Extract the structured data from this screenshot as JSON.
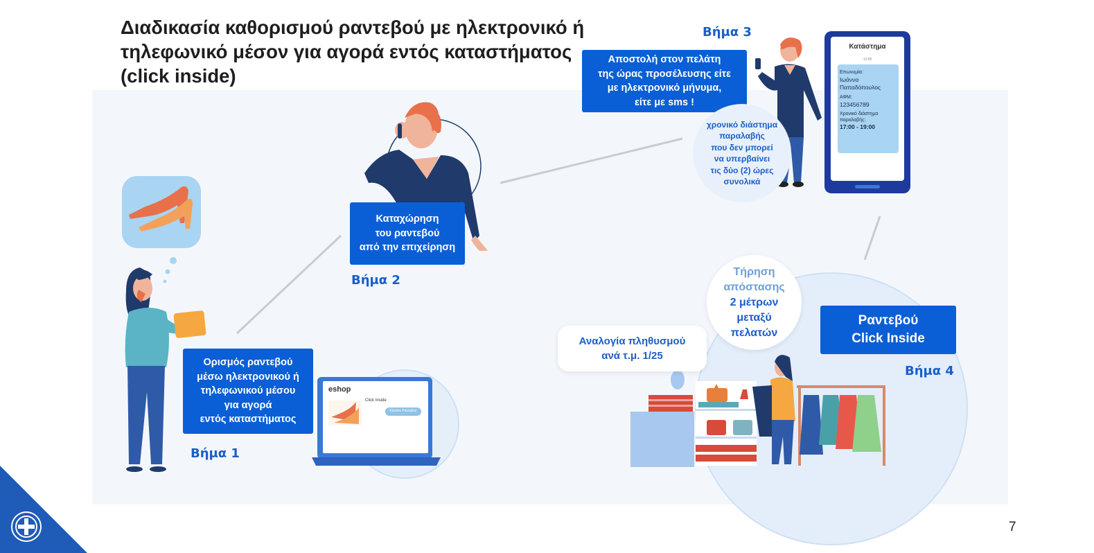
{
  "title": "Διαδικασία καθορισμού ραντεβού με ηλεκτρονικό ή τηλεφωνικό μέσον για αγορά εντός καταστήματος (click inside)",
  "steps": {
    "step1": {
      "label": "Βήμα 1",
      "text_lines": [
        "Ορισμός ραντεβού",
        "μέσω ηλεκτρονικού ή",
        "τηλεφωνικού μέσου",
        "για αγορά",
        "εντός καταστήματος"
      ]
    },
    "step2": {
      "label": "Βήμα 2",
      "text_lines": [
        "Καταχώρηση",
        "του ραντεβού",
        "από την επιχείρηση"
      ]
    },
    "step3": {
      "label": "Βήμα 3",
      "text_lines": [
        "Αποστολή στον πελάτη",
        "της ώρας προσέλευσης είτε",
        "με ηλεκτρονικό μήνυμα,",
        "είτε με sms !"
      ],
      "bubble_lines": [
        "χρονικό διάστημα",
        "παραλαβής",
        "που δεν μπορεί",
        "να υπερβαίνει",
        "τις δύο (2) ώρες",
        "συνολικά"
      ]
    },
    "step4": {
      "label": "Βήμα 4",
      "text_lines": [
        "Ραντεβού",
        "Click Inside"
      ],
      "distance_lines": [
        "Τήρηση",
        "απόστασης",
        "2 μέτρων",
        "μεταξύ",
        "πελατών"
      ],
      "ratio_lines": [
        "Αναλογία πληθυσμού",
        "ανά τ.μ. 1/25"
      ]
    }
  },
  "laptop": {
    "brand": "eshop",
    "caption": "Click Inside",
    "button": "Κλείστε Ραντεβού"
  },
  "phone": {
    "header": "Κατάστημα",
    "time": "12:00",
    "name_label": "Επωνυμία:",
    "name_value_lines": [
      "Ιωάννα",
      "Παπαδόπουλος"
    ],
    "afm_label": "ΑΦΜ:",
    "afm_value": "123456789",
    "interval_label_lines": [
      "Χρονικό διάστημα",
      "παραλαβής:"
    ],
    "interval_value": "17:00 - 19:00"
  },
  "page_number": "7",
  "colors": {
    "primary_blue": "#0a5fd6",
    "step_label": "#1a5ec9",
    "navy": "#1f3a6b",
    "hair_orange": "#e8704a",
    "light_bubble": "#dbe9f8"
  },
  "icons": {
    "logo": "greek-coat-of-arms-icon"
  }
}
